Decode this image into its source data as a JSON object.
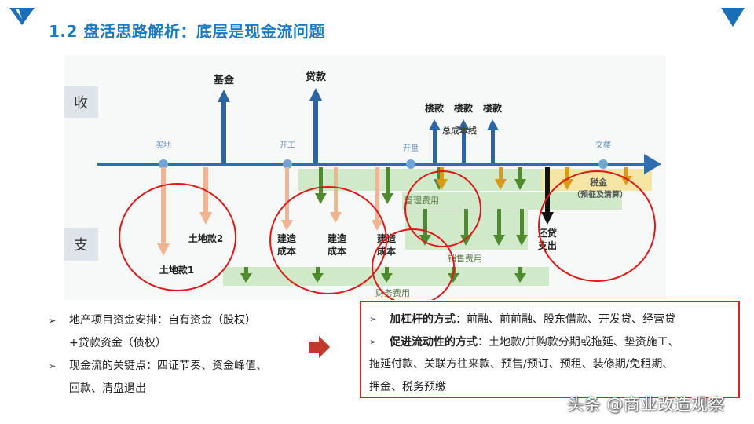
{
  "slide": {
    "title": "1.2 盘活思路解析：底层是现金流问题"
  },
  "diagram": {
    "row_income": "收",
    "row_expense": "支",
    "milestones": {
      "buy_land": "买地",
      "start_build": "开工",
      "open_sale": "开盘",
      "deliver": "交楼"
    },
    "inflows": {
      "fund": "基金",
      "loan": "贷款",
      "sales_1": "楼款",
      "sales_2": "楼款",
      "sales_3": "楼款",
      "overlap_label": "总成本线"
    },
    "outflows": {
      "land_1": "土地款1",
      "land_2": "土地款2",
      "build_1_a": "建造",
      "build_1_b": "成本",
      "build_2_a": "建造",
      "build_2_b": "成本",
      "build_3_a": "建造",
      "build_3_b": "成本",
      "mgmt": "管理费用",
      "sales_fee": "销售费用",
      "finance_fee": "财务费用",
      "tax_a": "税金",
      "tax_b": "（预征及清算）",
      "repay_a": "还贷",
      "repay_b": "支出"
    },
    "colors": {
      "axis": "#2e6db2",
      "income_arrow": "#2b65a3",
      "land_arrow": "#f0b491",
      "green_arrow": "#4e8a2e",
      "band_green": "#cfe9c9",
      "band_yellow": "#f6e6a6",
      "tax_arrow": "#d99a1a",
      "circle": "#e0181a"
    }
  },
  "notes_left": {
    "item1_line1": "地产项目资金安排：自有资金（股权）",
    "item1_line2": "+贷款资金（债权）",
    "item2_line1": "现金流的关键点：四证节奏、资金峰值、",
    "item2_line2": "回款、清盘退出",
    "bullet": "➢"
  },
  "box_right": {
    "bullet": "➢",
    "item1_bold": "加杠杆的方式",
    "item1_text": "：前融、前前融、股东借款、开发贷、经营贷",
    "item2_bold": "促进流动性的方式",
    "item2_text_1": "：土地款/并购款分期或拖延、垫资施工、",
    "item2_text_2": "拖延付款、关联方往来款、预售/预订、预租、装修期/免租期、",
    "item2_text_3": "押金、税务预缴"
  },
  "watermark": "头条 @商业改造观察"
}
